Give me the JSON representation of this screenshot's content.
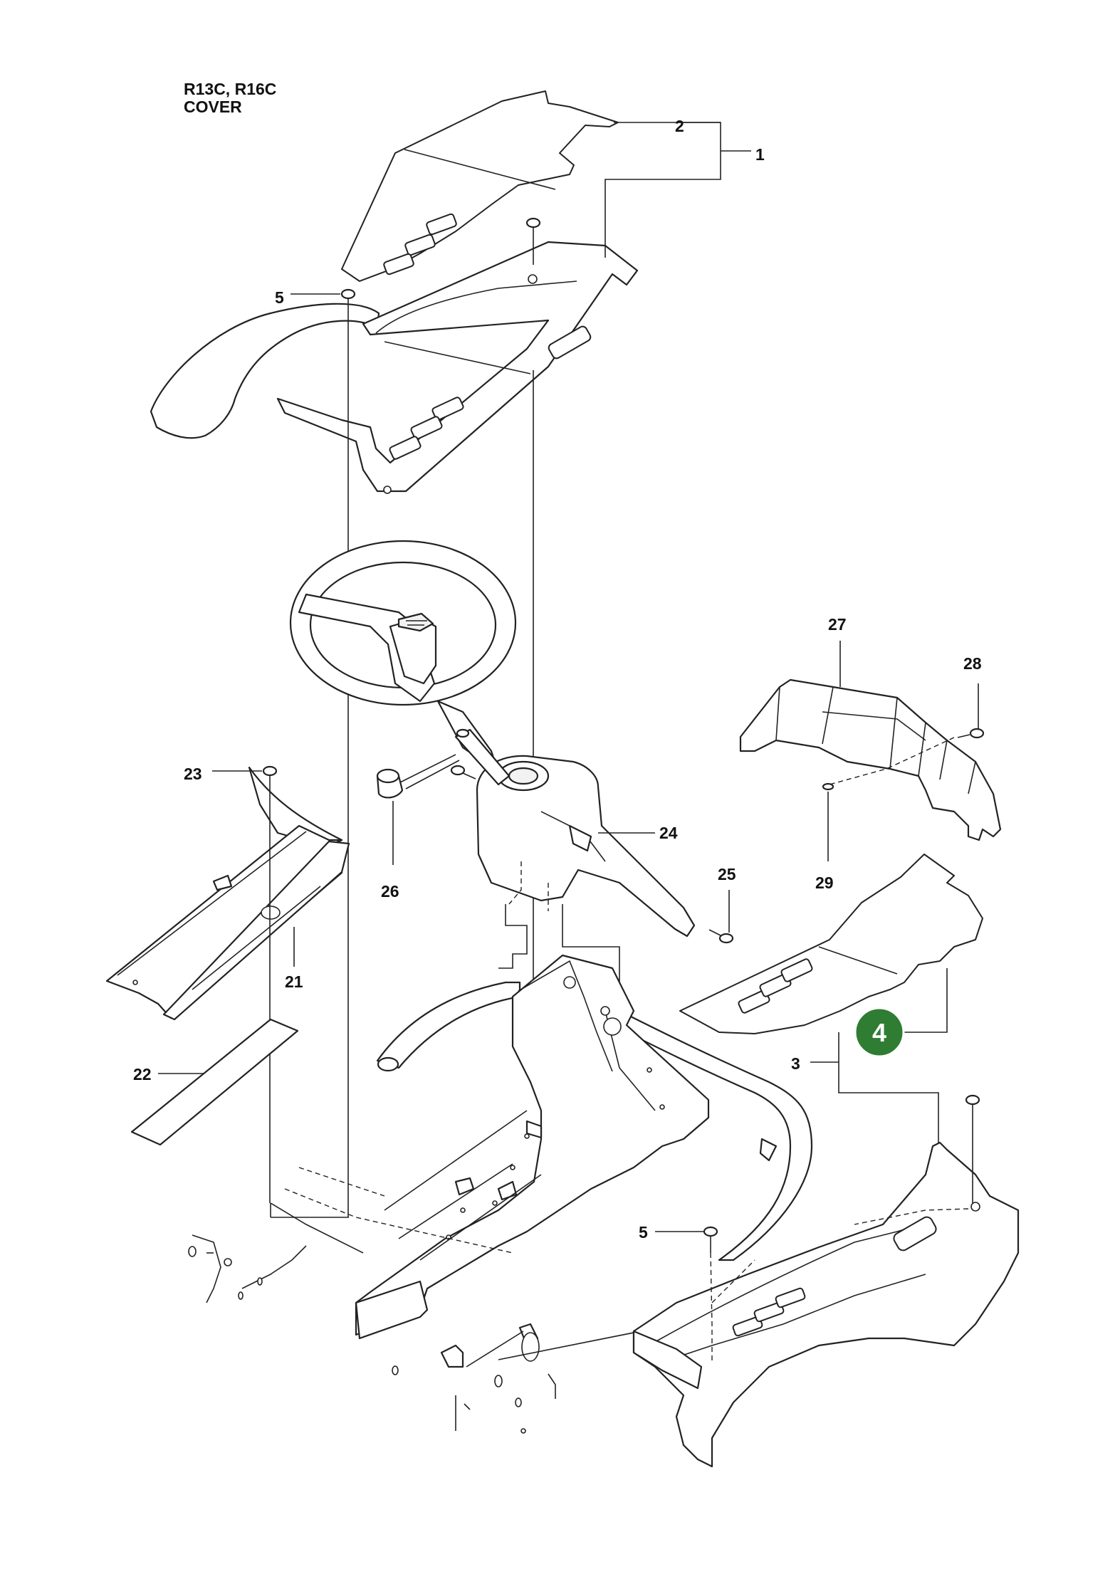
{
  "title": {
    "line1": "R13C, R16C",
    "line2": "COVER"
  },
  "callouts": {
    "c1": "1",
    "c2": "2",
    "c3": "3",
    "c4": "4",
    "c5a": "5",
    "c5b": "5",
    "c21": "21",
    "c22": "22",
    "c23": "23",
    "c24": "24",
    "c25": "25",
    "c26": "26",
    "c27": "27",
    "c28": "28",
    "c29": "29"
  },
  "highlight": {
    "fill": "#2e7d32",
    "stroke": "#ffffff"
  }
}
